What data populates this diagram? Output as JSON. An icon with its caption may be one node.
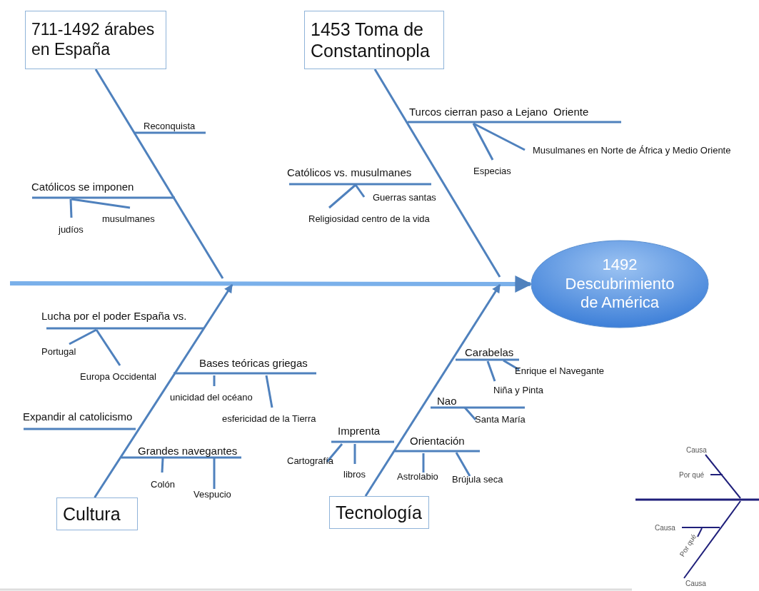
{
  "diagram": {
    "nodes": [
      {
        "text": [
          "711-1492 árabes en España"
        ]
      },
      {
        "text": [
          "1453 Toma de Constantinopla"
        ]
      },
      {
        "text": [
          "Cultura"
        ]
      },
      {
        "text": [
          "Tecnología"
        ]
      },
      {
        "text": [
          "1492 Descubrimiento de América"
        ]
      }
    ],
    "edges": [
      {
        "from": null,
        "to": 4,
        "arrow": "to",
        "style": "thick"
      },
      {
        "from": 0,
        "to": null,
        "arrow": "none"
      },
      {
        "from": 1,
        "to": null,
        "arrow": "none"
      },
      {
        "from": 2,
        "to": null,
        "arrow": "to"
      },
      {
        "from": 3,
        "to": null,
        "arrow": "to"
      }
    ],
    "labels": [
      "Turcos cierran paso a Lejano  Oriente",
      "Reconquista",
      "Musulmanes en Norte de África y Medio Oriente",
      "Especias",
      "Católicos vs. musulmanes",
      "Católicos se imponen",
      "Guerras santas",
      "musulmanes",
      "Religiosidad centro de la vida",
      "judíos",
      "Lucha por el poder España vs.",
      "Portugal",
      "Carabelas",
      "Bases teóricas griegas",
      "Enrique el Navegante",
      "Europa Occidental",
      "Niña y Pinta",
      "unicidad del océano",
      "Nao",
      "esfericidad de la Tierra",
      "Expandir al catolicismo",
      "Santa María",
      "Imprenta",
      "Orientación",
      "Grandes navegantes",
      "Cartografía",
      "Causa",
      "Por qué",
      "libros",
      "Astrolabio",
      "Brújula seca",
      "Colón",
      "Vespucio",
      "Causa",
      "Por qué",
      "Causa"
    ]
  }
}
